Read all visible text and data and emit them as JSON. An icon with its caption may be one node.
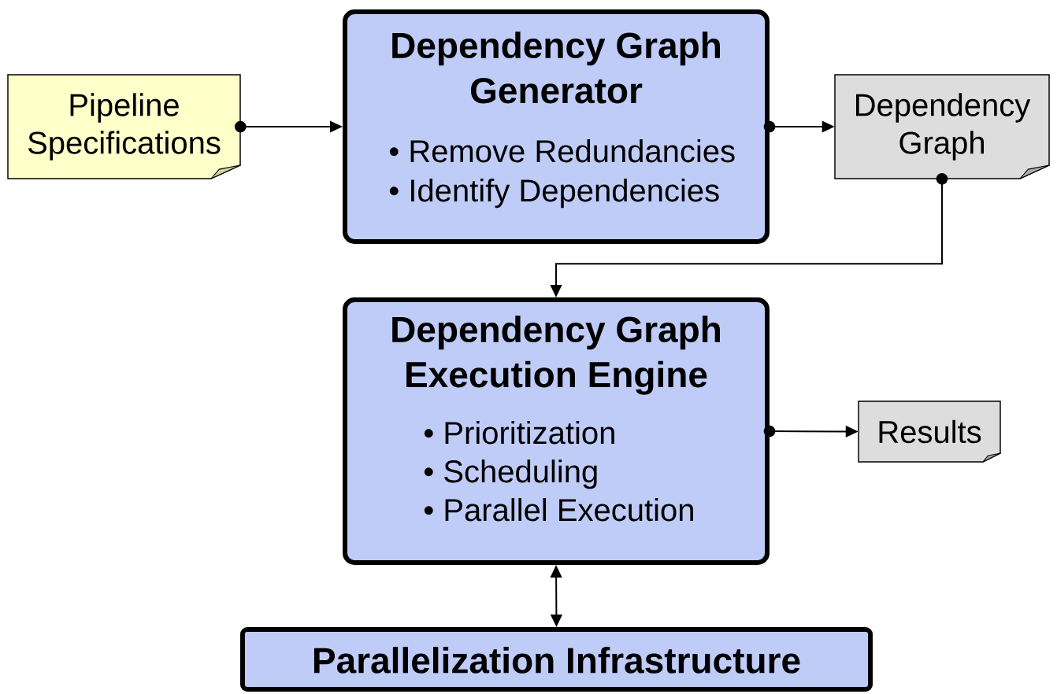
{
  "diagram": {
    "nodes": [
      {
        "text": [
          "Pipeline Specifications"
        ]
      },
      {
        "text": [
          "Dependency Graph Generator",
          "• Remove Redundancies",
          "• Identify Dependencies"
        ]
      },
      {
        "text": [
          "Dependency Graph"
        ]
      },
      {
        "text": [
          "Dependency Graph Execution Engine",
          "• Prioritization",
          "• Scheduling",
          "• Parallel Execution"
        ]
      },
      {
        "text": [
          "Results"
        ]
      },
      {
        "text": [
          "Parallelization Infrastructure"
        ]
      }
    ],
    "edges": [
      {
        "from": 0,
        "to": 1,
        "arrow": "to"
      },
      {
        "from": 1,
        "to": 2,
        "arrow": "to"
      },
      {
        "from": 2,
        "to": 3,
        "arrow": "to"
      },
      {
        "from": 3,
        "to": 4,
        "arrow": "to"
      },
      {
        "from": 3,
        "to": 5,
        "arrow": "both"
      }
    ]
  }
}
